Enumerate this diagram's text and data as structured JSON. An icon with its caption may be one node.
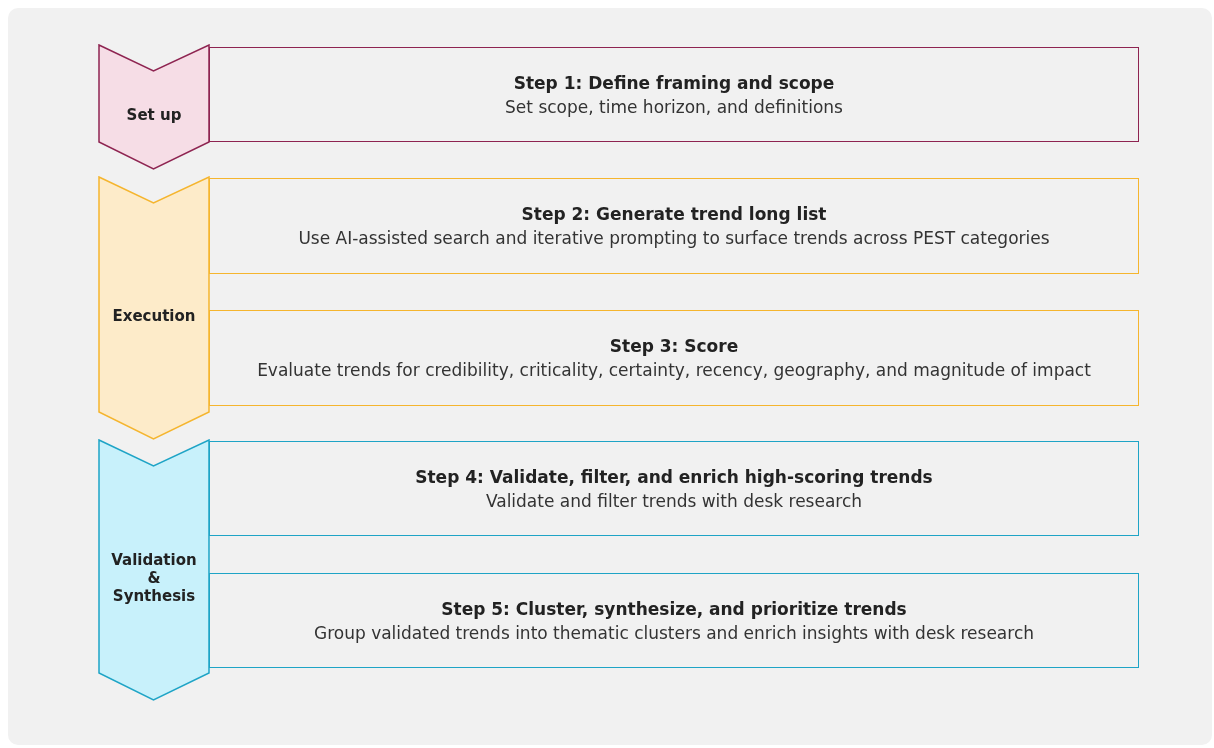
{
  "diagram": {
    "nodes": [
      {
        "text": [
          "Set up"
        ]
      },
      {
        "text": [
          "Step 1: Define framing and scope",
          "Set scope, time horizon, and definitions"
        ]
      },
      {
        "text": [
          "Execution"
        ]
      },
      {
        "text": [
          "Step 2: Generate trend long list",
          "Use AI-assisted search and iterative prompting  to surface trends across PEST categories"
        ]
      },
      {
        "text": [
          "Step 3: Score",
          "Evaluate trends for credibility, criticality, certainty, recency, geography, and magnitude of impact"
        ]
      },
      {
        "text": [
          "Validation & Synthesis"
        ]
      },
      {
        "text": [
          "Step 4: Validate, filter, and enrich high-scoring trends",
          "Validate and filter trends with desk research"
        ]
      },
      {
        "text": [
          "Step 5: Cluster, synthesize, and prioritize trends",
          "Group validated trends into thematic clusters and enrich insights with desk research"
        ]
      }
    ],
    "edges": []
  }
}
